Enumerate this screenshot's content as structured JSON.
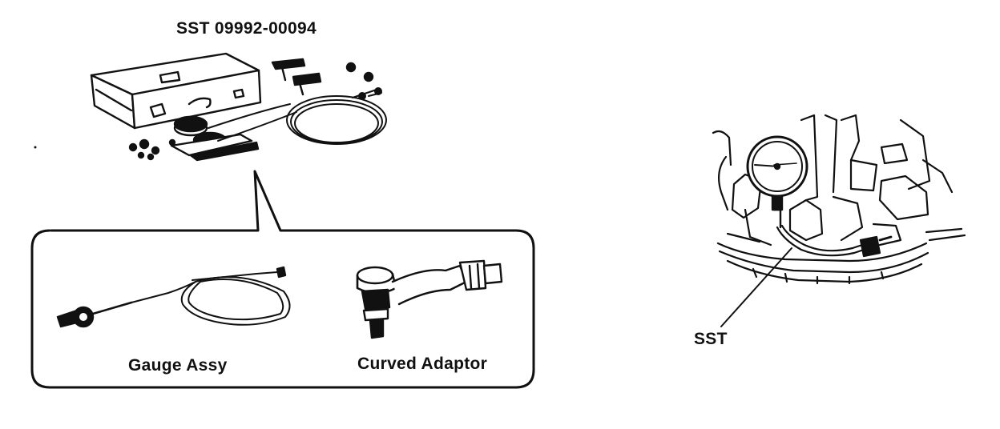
{
  "labels": {
    "sst_part_number": "SST 09992-00094",
    "gauge_assy": "Gauge Assy",
    "curved_adaptor": "Curved Adaptor",
    "sst": "SST"
  },
  "colors": {
    "ink": "#111111",
    "paper": "#ffffff"
  }
}
